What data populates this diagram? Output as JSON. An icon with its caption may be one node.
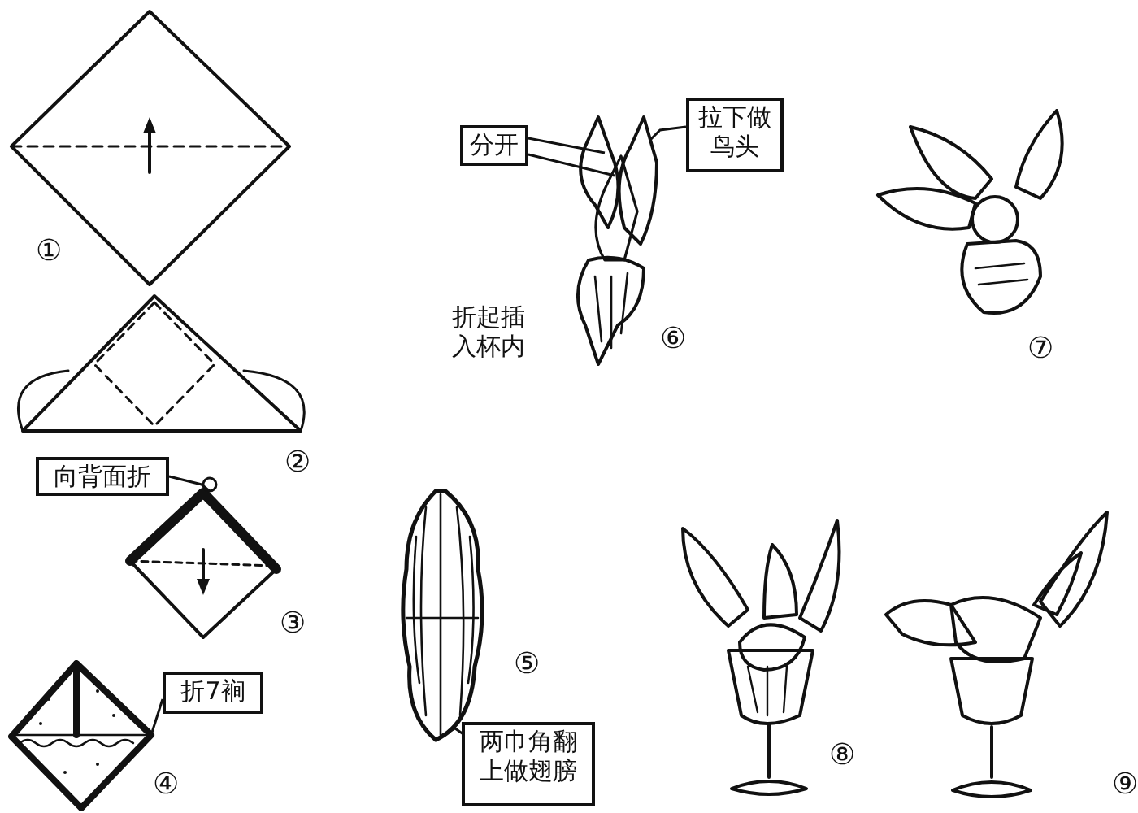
{
  "diagram": {
    "nodes": [
      {
        "text": [],
        "shape": "picture",
        "beside": [
          "①"
        ]
      },
      {
        "text": [],
        "shape": "picture",
        "beside": [
          "②"
        ]
      },
      {
        "text": [],
        "shape": "picture",
        "beside": [
          "③"
        ]
      },
      {
        "text": [],
        "shape": "picture",
        "beside": [
          "④"
        ]
      },
      {
        "text": [],
        "shape": "picture",
        "beside": [
          "⑤"
        ]
      },
      {
        "text": [],
        "shape": "picture",
        "beside": [
          "⑥"
        ]
      },
      {
        "text": [],
        "shape": "picture",
        "beside": [
          "⑦"
        ]
      },
      {
        "text": [],
        "shape": "picture",
        "beside": [
          "⑧"
        ]
      },
      {
        "text": [],
        "shape": "picture",
        "beside": [
          "⑨"
        ]
      },
      {
        "text": [
          "向背面折"
        ]
      },
      {
        "text": [
          "折7裥"
        ]
      },
      {
        "text": [
          "两巾角翻上做翅膀"
        ]
      },
      {
        "text": [
          "分开"
        ]
      },
      {
        "text": [
          "拉下做鸟头"
        ]
      }
    ],
    "edges": [
      {
        "from": 9,
        "to": 2,
        "arrow": "none"
      },
      {
        "from": 10,
        "to": 3,
        "arrow": "none"
      },
      {
        "from": 11,
        "to": 4,
        "arrow": "none"
      },
      {
        "from": 12,
        "to": 5,
        "arrow": "none"
      },
      {
        "from": 13,
        "to": 5,
        "arrow": "none"
      }
    ],
    "labels": [
      "折起插入杯内"
    ]
  }
}
